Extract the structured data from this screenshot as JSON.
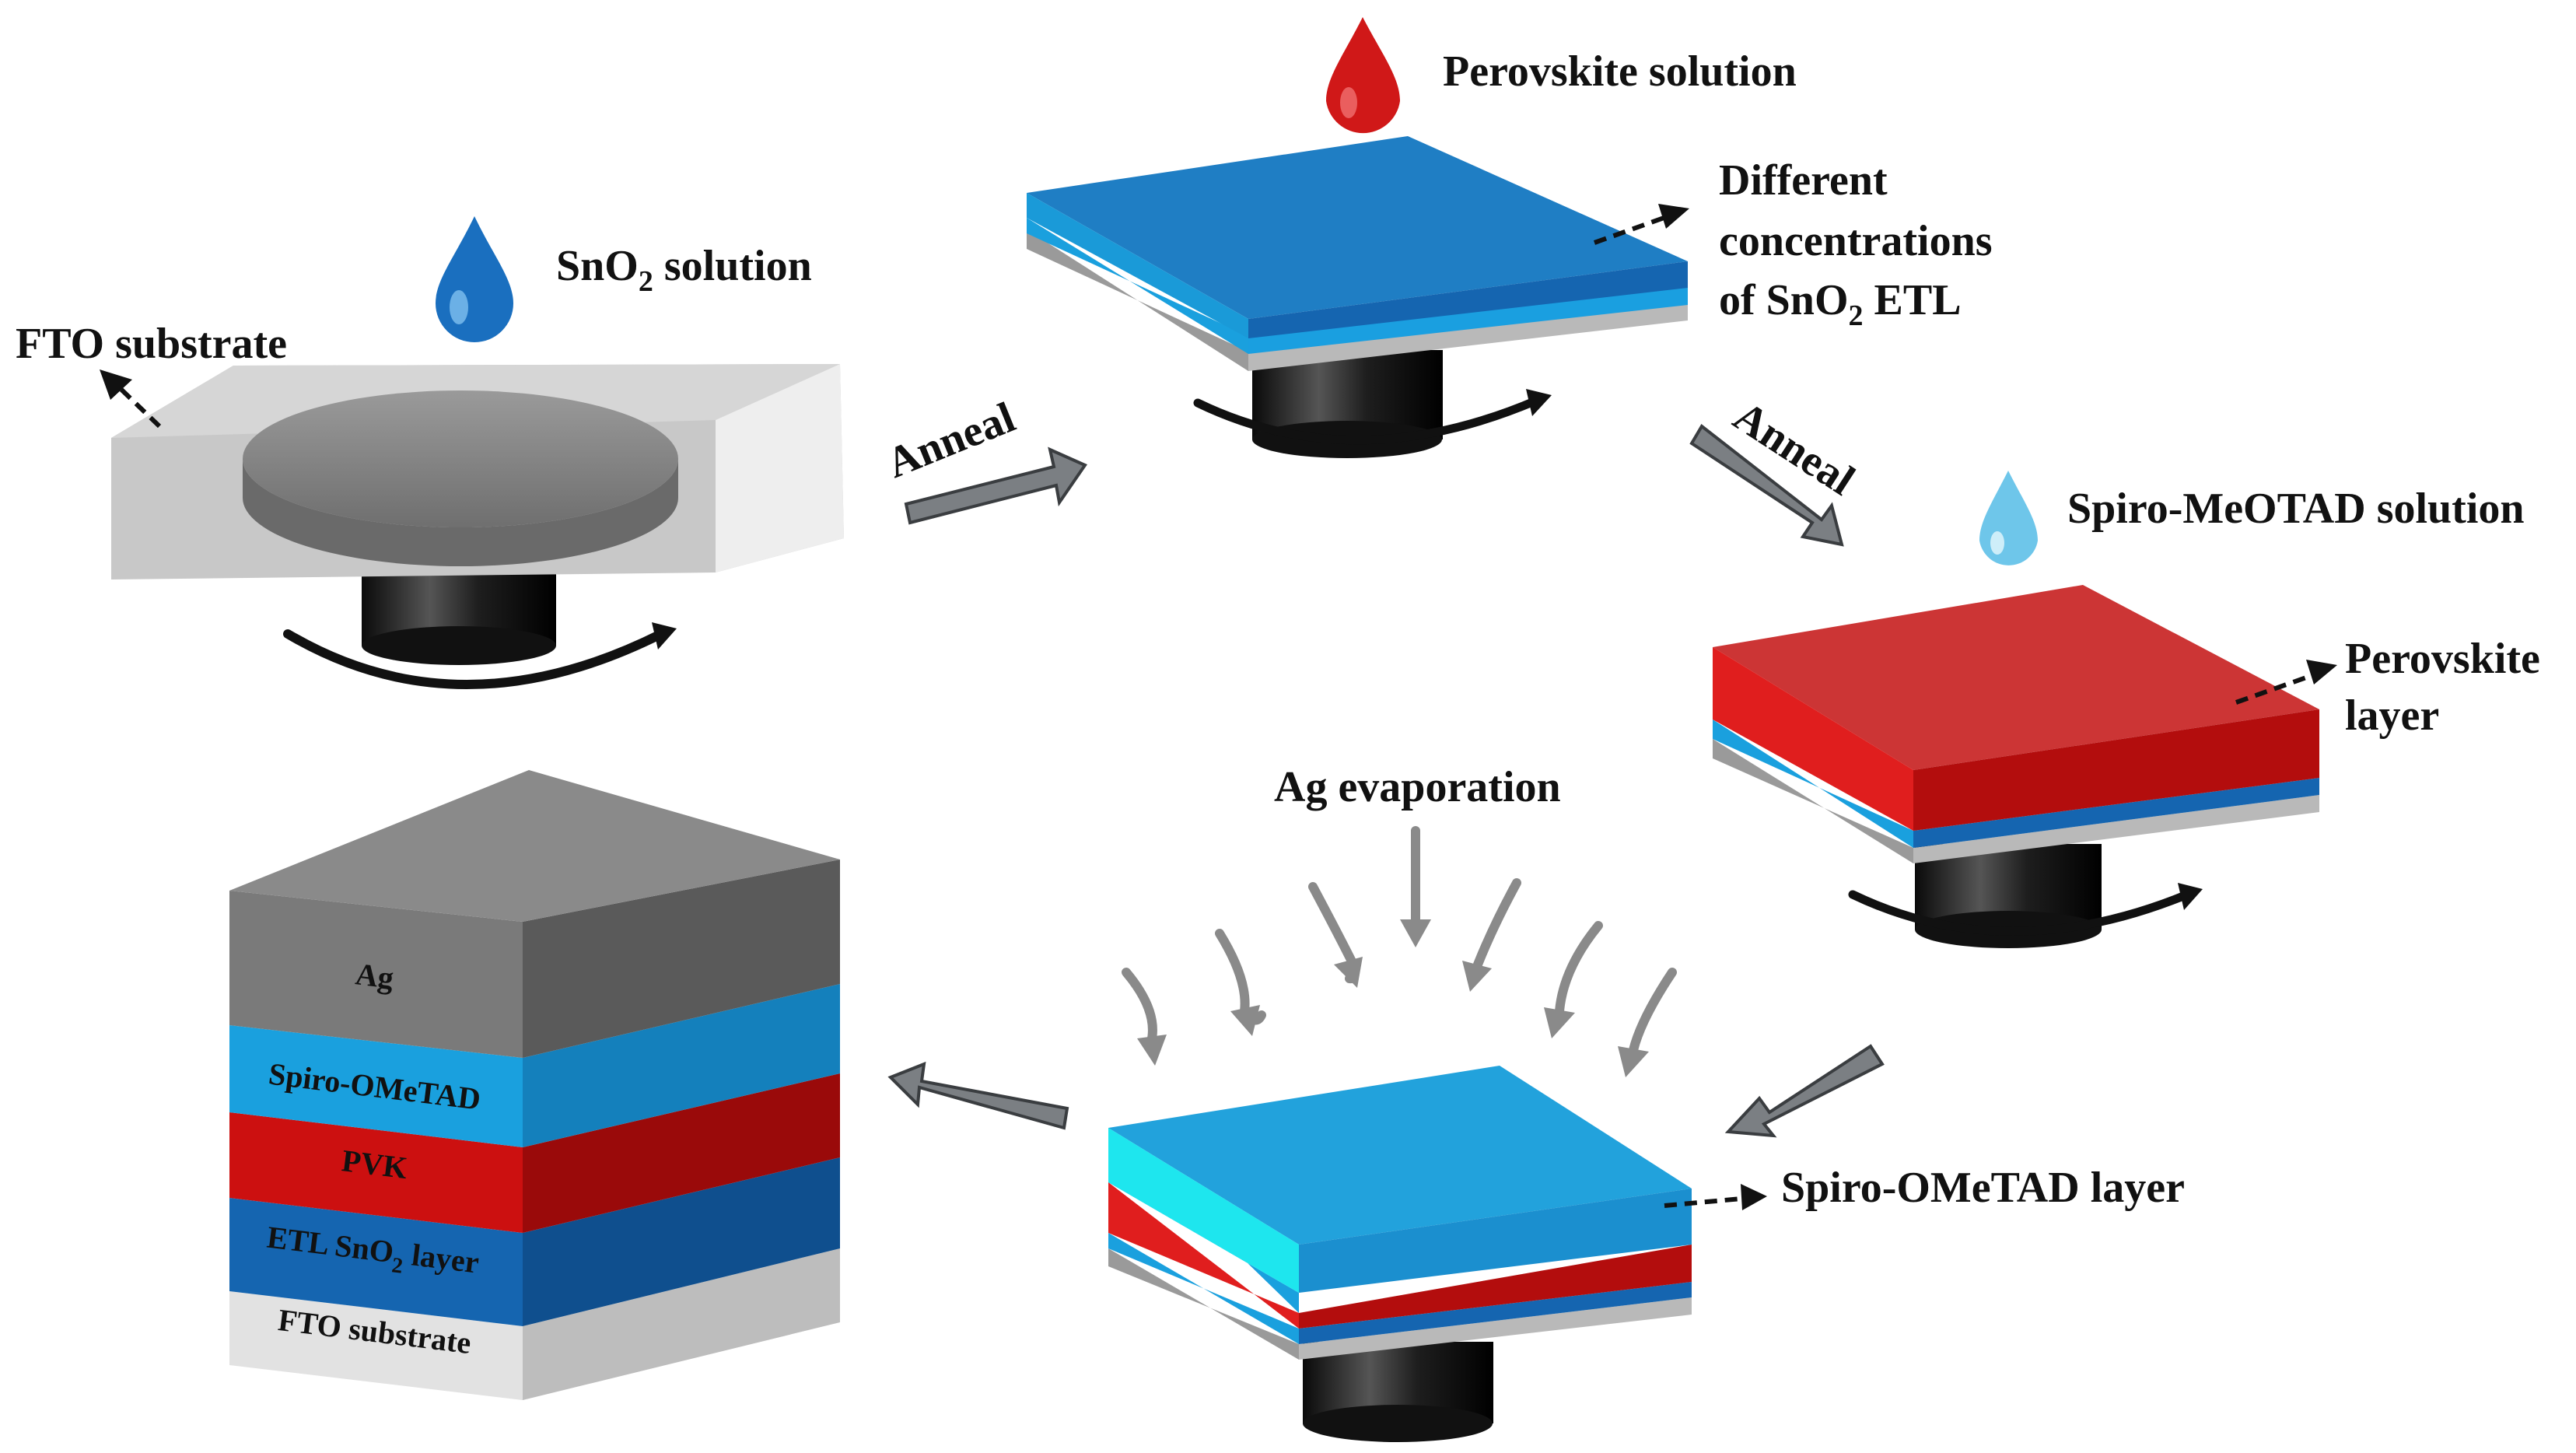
{
  "labels": {
    "sno2_solution_main": "SnO",
    "sno2_solution_sub": "2",
    "sno2_solution_rest": " solution",
    "fto_substrate": "FTO substrate",
    "perovskite_solution": "Perovskite solution",
    "different_line1": "Different",
    "different_line2": "concentrations",
    "different_line3_a": "of SnO",
    "different_line3_sub": "2",
    "different_line3_b": " ETL",
    "anneal_1": "Anneal",
    "anneal_2": "Anneal",
    "spiro_solution": "Spiro-MeOTAD  solution",
    "perovskite_layer_1": "Perovskite",
    "perovskite_layer_2": "layer",
    "ag_evaporation": "Ag evaporation",
    "spiro_layer": "Spiro-OMeTAD layer"
  },
  "stack": {
    "ag": "Ag",
    "spiro": "Spiro-OMeTAD",
    "pvk": "PVK",
    "etl_a": "ETL SnO",
    "etl_sub": "2",
    "etl_b": " layer",
    "fto": "FTO substrate"
  },
  "colors": {
    "drop_blue": "#1a6fbf",
    "drop_red": "#d01818",
    "drop_light": "#6ec6ea",
    "etl_blue": "#1565b0",
    "spiro_blue": "#1aa0de",
    "pvk_red": "#cc1010",
    "ag_gray": "#7a7a7a",
    "fto_gray": "#d8d8d8",
    "arrow_gray": "#7b7f83"
  }
}
